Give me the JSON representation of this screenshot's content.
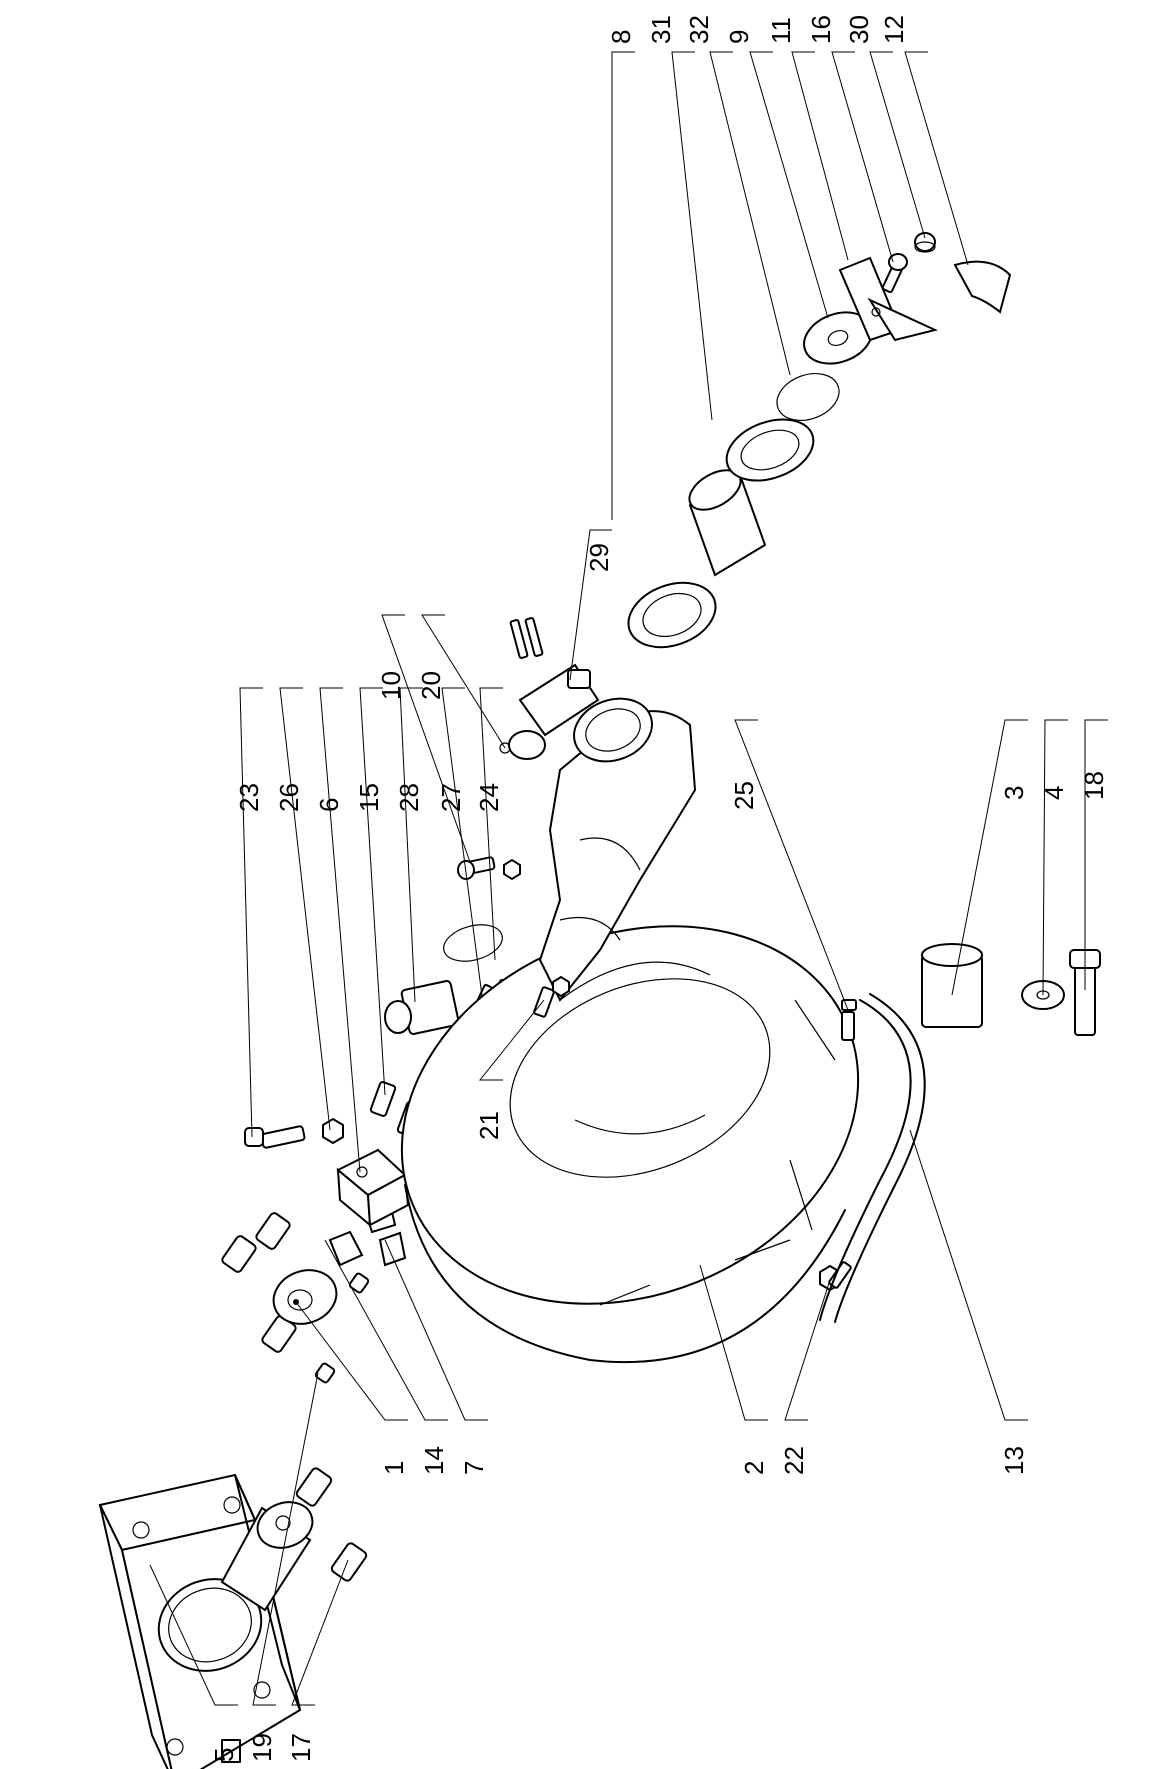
{
  "diagram": {
    "callouts": {
      "c8": "8",
      "c31": "31",
      "c32": "32",
      "c9": "9",
      "c11": "11",
      "c16": "16",
      "c30": "30",
      "c12": "12",
      "c29": "29",
      "c10": "10",
      "c20": "20",
      "c23": "23",
      "c26": "26",
      "c6": "6",
      "c15": "15",
      "c28": "28",
      "c27": "27",
      "c24": "24",
      "c25": "25",
      "c21": "21",
      "c3": "3",
      "c4": "4",
      "c18": "18",
      "c1": "1",
      "c14": "14",
      "c7": "7",
      "c2": "2",
      "c22": "22",
      "c13": "13",
      "c5": "5",
      "c19": "19",
      "c17": "17"
    }
  }
}
